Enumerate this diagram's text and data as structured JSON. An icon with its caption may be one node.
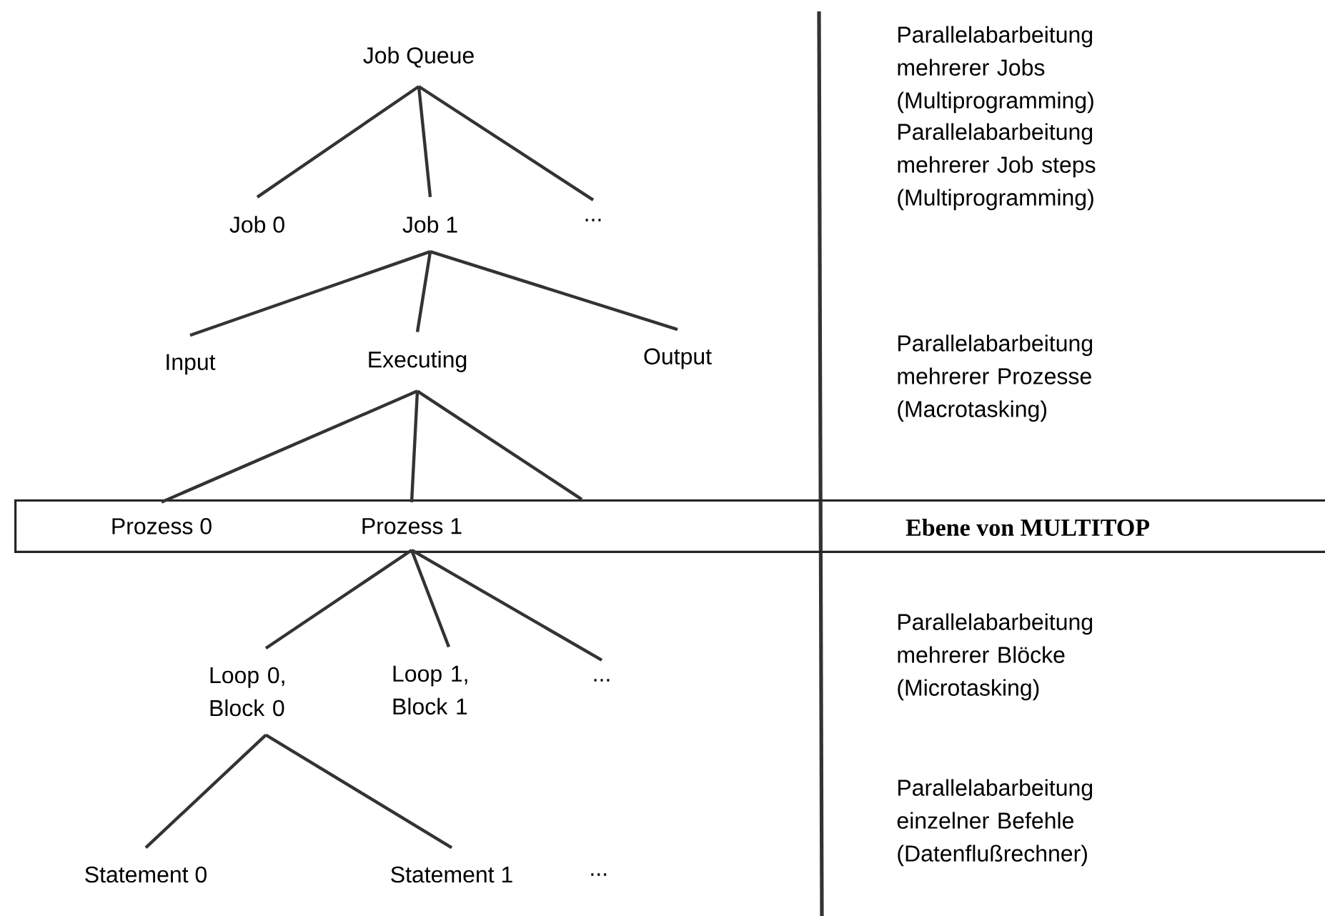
{
  "diagram": {
    "nodes": [
      {
        "text": [
          "Job Queue"
        ]
      },
      {
        "text": [
          "Job 0"
        ]
      },
      {
        "text": [
          "Job 1"
        ]
      },
      {
        "text": [
          "..."
        ]
      },
      {
        "text": [
          "Input"
        ]
      },
      {
        "text": [
          "Executing"
        ]
      },
      {
        "text": [
          "Output"
        ]
      },
      {
        "text": [
          "Ebene von MULTITOP"
        ]
      },
      {
        "text": [
          "Prozess 0"
        ],
        "in": 7
      },
      {
        "text": [
          "Prozess 1"
        ],
        "in": 7
      },
      {
        "text": [
          "Loop 0, Block 0"
        ]
      },
      {
        "text": [
          "Loop 1, Block 1"
        ]
      },
      {
        "text": [
          "..."
        ]
      },
      {
        "text": [
          "Statement 0"
        ]
      },
      {
        "text": [
          "Statement 1"
        ]
      }
    ],
    "edges": [
      {
        "from": 0,
        "to": 1,
        "arrow": "none"
      },
      {
        "from": 0,
        "to": 2,
        "arrow": "none"
      },
      {
        "from": 0,
        "to": 3,
        "arrow": "none"
      },
      {
        "from": 2,
        "to": 4,
        "arrow": "none"
      },
      {
        "from": 2,
        "to": 5,
        "arrow": "none"
      },
      {
        "from": 2,
        "to": 6,
        "arrow": "none"
      },
      {
        "from": 5,
        "to": 8,
        "arrow": "none"
      },
      {
        "from": 5,
        "to": 9,
        "arrow": "none"
      },
      {
        "from": 5,
        "to": 7,
        "arrow": "none"
      },
      {
        "from": 9,
        "to": 10,
        "arrow": "none"
      },
      {
        "from": 9,
        "to": 11,
        "arrow": "none"
      },
      {
        "from": 9,
        "to": 12,
        "arrow": "none"
      },
      {
        "from": 10,
        "to": 13,
        "arrow": "none"
      },
      {
        "from": 10,
        "to": 14,
        "arrow": "none"
      }
    ],
    "labels": [
      "Parallelabarbeitung mehrerer Jobs (Multiprogramming)",
      "Parallelabarbeitung mehrerer Job steps (Multiprogramming)",
      "Parallelabarbeitung mehrerer Prozesse (Macrotasking)",
      "Parallelabarbeitung mehrerer Blöcke (Microtasking)",
      "Parallelabarbeitung einzelner Befehle (Datenflußrechner)",
      "..."
    ]
  }
}
